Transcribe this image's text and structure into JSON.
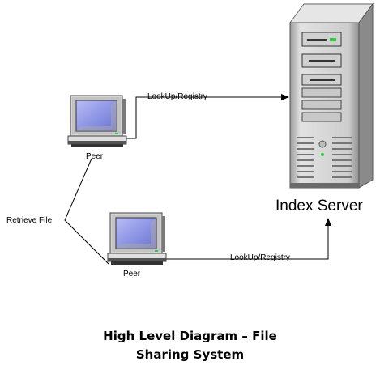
{
  "peers": [
    {
      "label": "Peer"
    },
    {
      "label": "Peer"
    }
  ],
  "server": {
    "label": "Index Server"
  },
  "connections": [
    {
      "label": "LookUp/Registry",
      "from": "peer-1",
      "to": "index-server"
    },
    {
      "label": "LookUp/Registry",
      "from": "peer-2",
      "to": "index-server"
    },
    {
      "label": "Retrieve File",
      "from": "peer-1",
      "to": "peer-2"
    }
  ],
  "caption": {
    "line1": "High Level Diagram – File",
    "line2": "Sharing System"
  },
  "colors": {
    "screen": "#8f97e6",
    "case": "#d9d9d9",
    "case_dark": "#555555",
    "server_body": "#cfcfcf",
    "line": "#000000"
  }
}
